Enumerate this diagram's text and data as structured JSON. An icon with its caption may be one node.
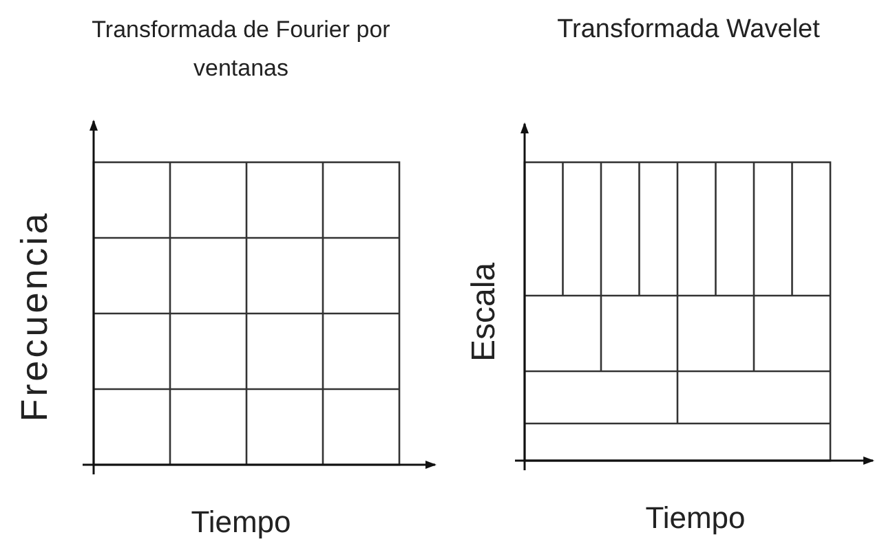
{
  "diagram": {
    "labels": [
      "Transformada de Fourier por ventanas",
      "Transformada Wavelet",
      "Frecuencia",
      "Tiempo",
      "Escala",
      "Tiempo"
    ]
  }
}
